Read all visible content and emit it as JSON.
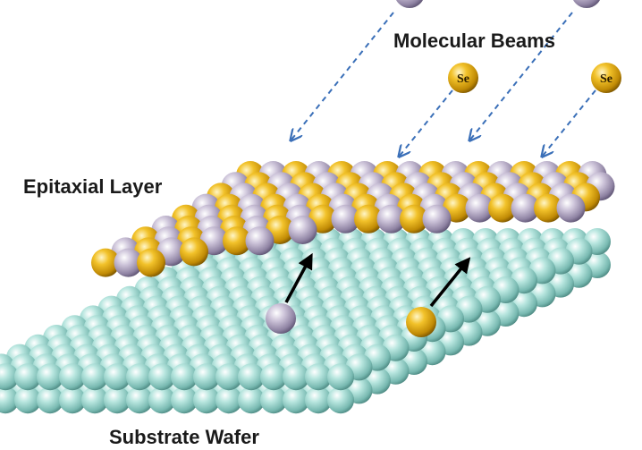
{
  "labels": {
    "molecular_beams": "Molecular Beams",
    "epitaxial_layer": "Epitaxial Layer",
    "substrate_wafer": "Substrate Wafer"
  },
  "atoms": {
    "selenium_symbol": "Se"
  },
  "colors": {
    "substrate_atom": "#a9ddd6",
    "metal_atom": "#b9aec8",
    "selenium_atom": "#e3ad16",
    "beam_arrow": "#3a6fb8",
    "diffusion_arrow": "#000000",
    "text": "#1a1a1a"
  }
}
